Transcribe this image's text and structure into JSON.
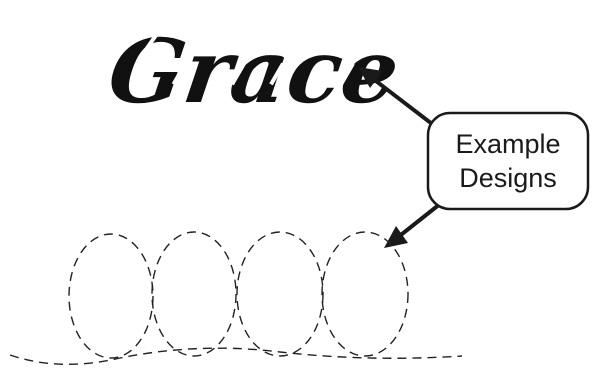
{
  "stencil_word": "Grace",
  "callout": {
    "line1": "Example",
    "line2": "Designs"
  },
  "colors": {
    "ink": "#1a1a1a",
    "background": "#ffffff"
  }
}
